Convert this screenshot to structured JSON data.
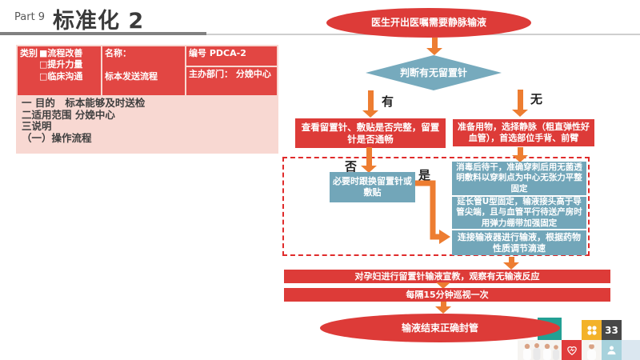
{
  "header": {
    "part_label": "Part 9",
    "title": "标准化 2"
  },
  "doc_table": {
    "category": {
      "label": "类别",
      "options": [
        {
          "marker": "■",
          "text": "流程改善"
        },
        {
          "marker": "□",
          "text": "提升力量"
        },
        {
          "marker": "□",
          "text": "临床沟通"
        }
      ]
    },
    "name": {
      "label": "名称：",
      "value": "标本发送流程"
    },
    "number": {
      "label": "编号",
      "value": "PDCA-2"
    },
    "department": {
      "label": "主办部门：",
      "value": "分娩中心"
    }
  },
  "notes": {
    "lines": [
      "一 目的　标本能够及时送检",
      "二适用范围 分娩中心",
      "三说明",
      "（一）操作流程"
    ]
  },
  "flowchart": {
    "start": "医生开出医嘱需要静脉输液",
    "decision": "判断有无留置针",
    "branch_has": "有",
    "branch_none": "无",
    "check_needle": "查看留置针、敷贴是否完整，留置针是否通畅",
    "prepare": "准备用物，选择静脉（粗直弹性好血管），首选部位手背、前臂",
    "label_no": "否",
    "label_yes": "是",
    "replace": "必要时跟换留置针或敷贴",
    "disinfect": "消毒后待干，准确穿刺后用无菌透明敷料以穿刺点为中心无张力平整固定",
    "fixation": "延长管U型固定，输液接头高于导管尖端，且与血管平行待送产房时用弹力绷带加强固定",
    "connect": "连接输液器进行输液，根据药物性质调节滴速",
    "educate": "对孕妇进行留置针输液宣教，观察有无输液反应",
    "patrol": "每隔15分钟巡视一次",
    "end": "输液结束正确封管"
  },
  "footer": {
    "page_number": "33"
  },
  "colors": {
    "flow_red": "#dd3b38",
    "table_red": "#e24643",
    "teal": "#72a6b9",
    "orange_arrow": "#ed7d31",
    "pink_panel": "#f8d8d2",
    "dashed_border": "#e02b2b",
    "teal_square": "#23a094",
    "yellow_square": "#f3b229",
    "dark_square": "#484848",
    "heart_square": "#e03c3c",
    "lightblue_square": "#a7d2dc",
    "paleblue_square": "#dbe7f0"
  }
}
